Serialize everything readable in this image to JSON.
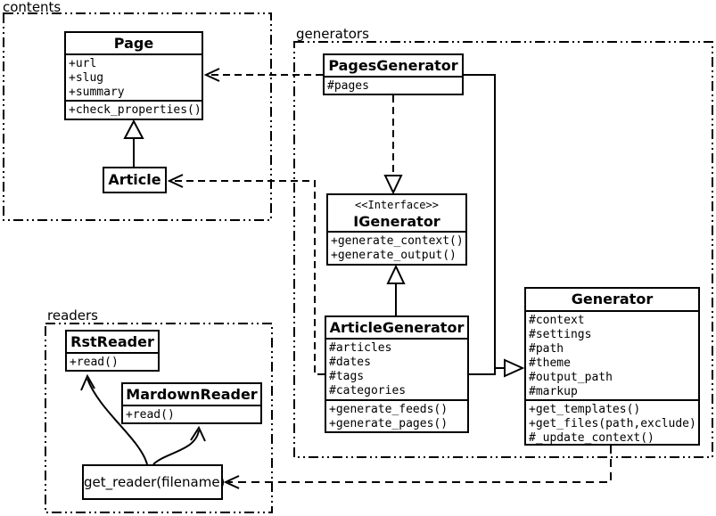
{
  "packages": {
    "contents": {
      "label": "contents"
    },
    "generators": {
      "label": "generators"
    },
    "readers": {
      "label": "readers"
    }
  },
  "classes": {
    "page": {
      "title": "Page",
      "attributes": [
        "+url",
        "+slug",
        "+summary"
      ],
      "methods": [
        "+check_properties()"
      ]
    },
    "article": {
      "title": "Article"
    },
    "pages_generator": {
      "title": "PagesGenerator",
      "attributes": [
        "#pages"
      ]
    },
    "igenerator": {
      "stereotype": "<<Interface>>",
      "title": "IGenerator",
      "methods": [
        "+generate_context()",
        "+generate_output()"
      ]
    },
    "article_generator": {
      "title": "ArticleGenerator",
      "attributes": [
        "#articles",
        "#dates",
        "#tags",
        "#categories"
      ],
      "methods": [
        "+generate_feeds()",
        "+generate_pages()"
      ]
    },
    "generator": {
      "title": "Generator",
      "attributes": [
        "#context",
        "#settings",
        "#path",
        "#theme",
        "#output_path",
        "#markup"
      ],
      "methods": [
        "+get_templates()",
        "+get_files(path,exclude)",
        "#_update_context()"
      ]
    },
    "rst_reader": {
      "title": "RstReader",
      "methods": [
        "+read()"
      ]
    },
    "mardown_reader": {
      "title": "MardownReader",
      "methods": [
        "+read()"
      ]
    },
    "get_reader": {
      "label": "get_reader(filename)"
    }
  },
  "relationships": [
    {
      "from": "Article",
      "to": "Page",
      "type": "inheritance"
    },
    {
      "from": "PagesGenerator",
      "to": "Page",
      "type": "dashed-dependency"
    },
    {
      "from": "PagesGenerator",
      "to": "IGenerator",
      "type": "dashed-realization"
    },
    {
      "from": "ArticleGenerator",
      "to": "IGenerator",
      "type": "realization"
    },
    {
      "from": "PagesGenerator",
      "to": "Generator",
      "type": "inheritance"
    },
    {
      "from": "ArticleGenerator",
      "to": "Generator",
      "type": "inheritance"
    },
    {
      "from": "ArticleGenerator",
      "to": "Article",
      "type": "dashed-dependency"
    },
    {
      "from": "Generator",
      "to": "get_reader(filename)",
      "type": "dashed-dependency"
    },
    {
      "from": "get_reader(filename)",
      "to": "RstReader",
      "type": "association"
    },
    {
      "from": "get_reader(filename)",
      "to": "MardownReader",
      "type": "association"
    }
  ],
  "colors": {
    "stroke": "#000000",
    "background": "#ffffff"
  }
}
